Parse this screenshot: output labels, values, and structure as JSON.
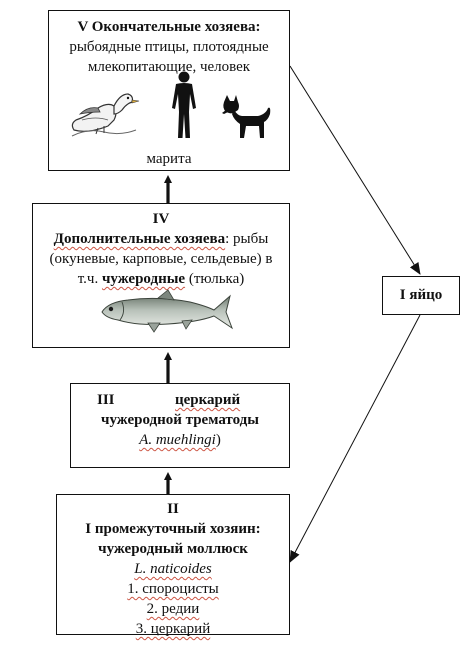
{
  "stages": {
    "final": {
      "heading": "V Окончательные хозяева:",
      "line2": "рыбоядные птицы, плотоядные",
      "line3": "млекопитающие, человек",
      "caption": "марита"
    },
    "fish": {
      "roman": "IV",
      "bold_label": "Дополнительные хозяева",
      "text1": ": рыбы",
      "line2": "(окуневые, карповые, сельдевые) в",
      "line3_prefix": "т.ч. ",
      "line3_bold": "чужеродные",
      "line3_suffix": " (тюлька)"
    },
    "cercaria": {
      "roman": "III",
      "word": "церкарий",
      "line2": "чужеродной трематоды",
      "line3_species": "A. muehlingi",
      "line3_suffix": ")"
    },
    "mollusc": {
      "roman": "II",
      "line1": "I промежуточный хозяин:",
      "line2": "чужеродный моллюск",
      "species": "L. naticoides",
      "item1": "1. спороцисты",
      "item2": "2. редии",
      "item3": "3. церкарий"
    },
    "egg": {
      "label": "I яйцо"
    }
  },
  "icons": [
    "seagull-icon",
    "human-silhouette-icon",
    "dog-icon",
    "fish-icon",
    "arrow-icon"
  ]
}
